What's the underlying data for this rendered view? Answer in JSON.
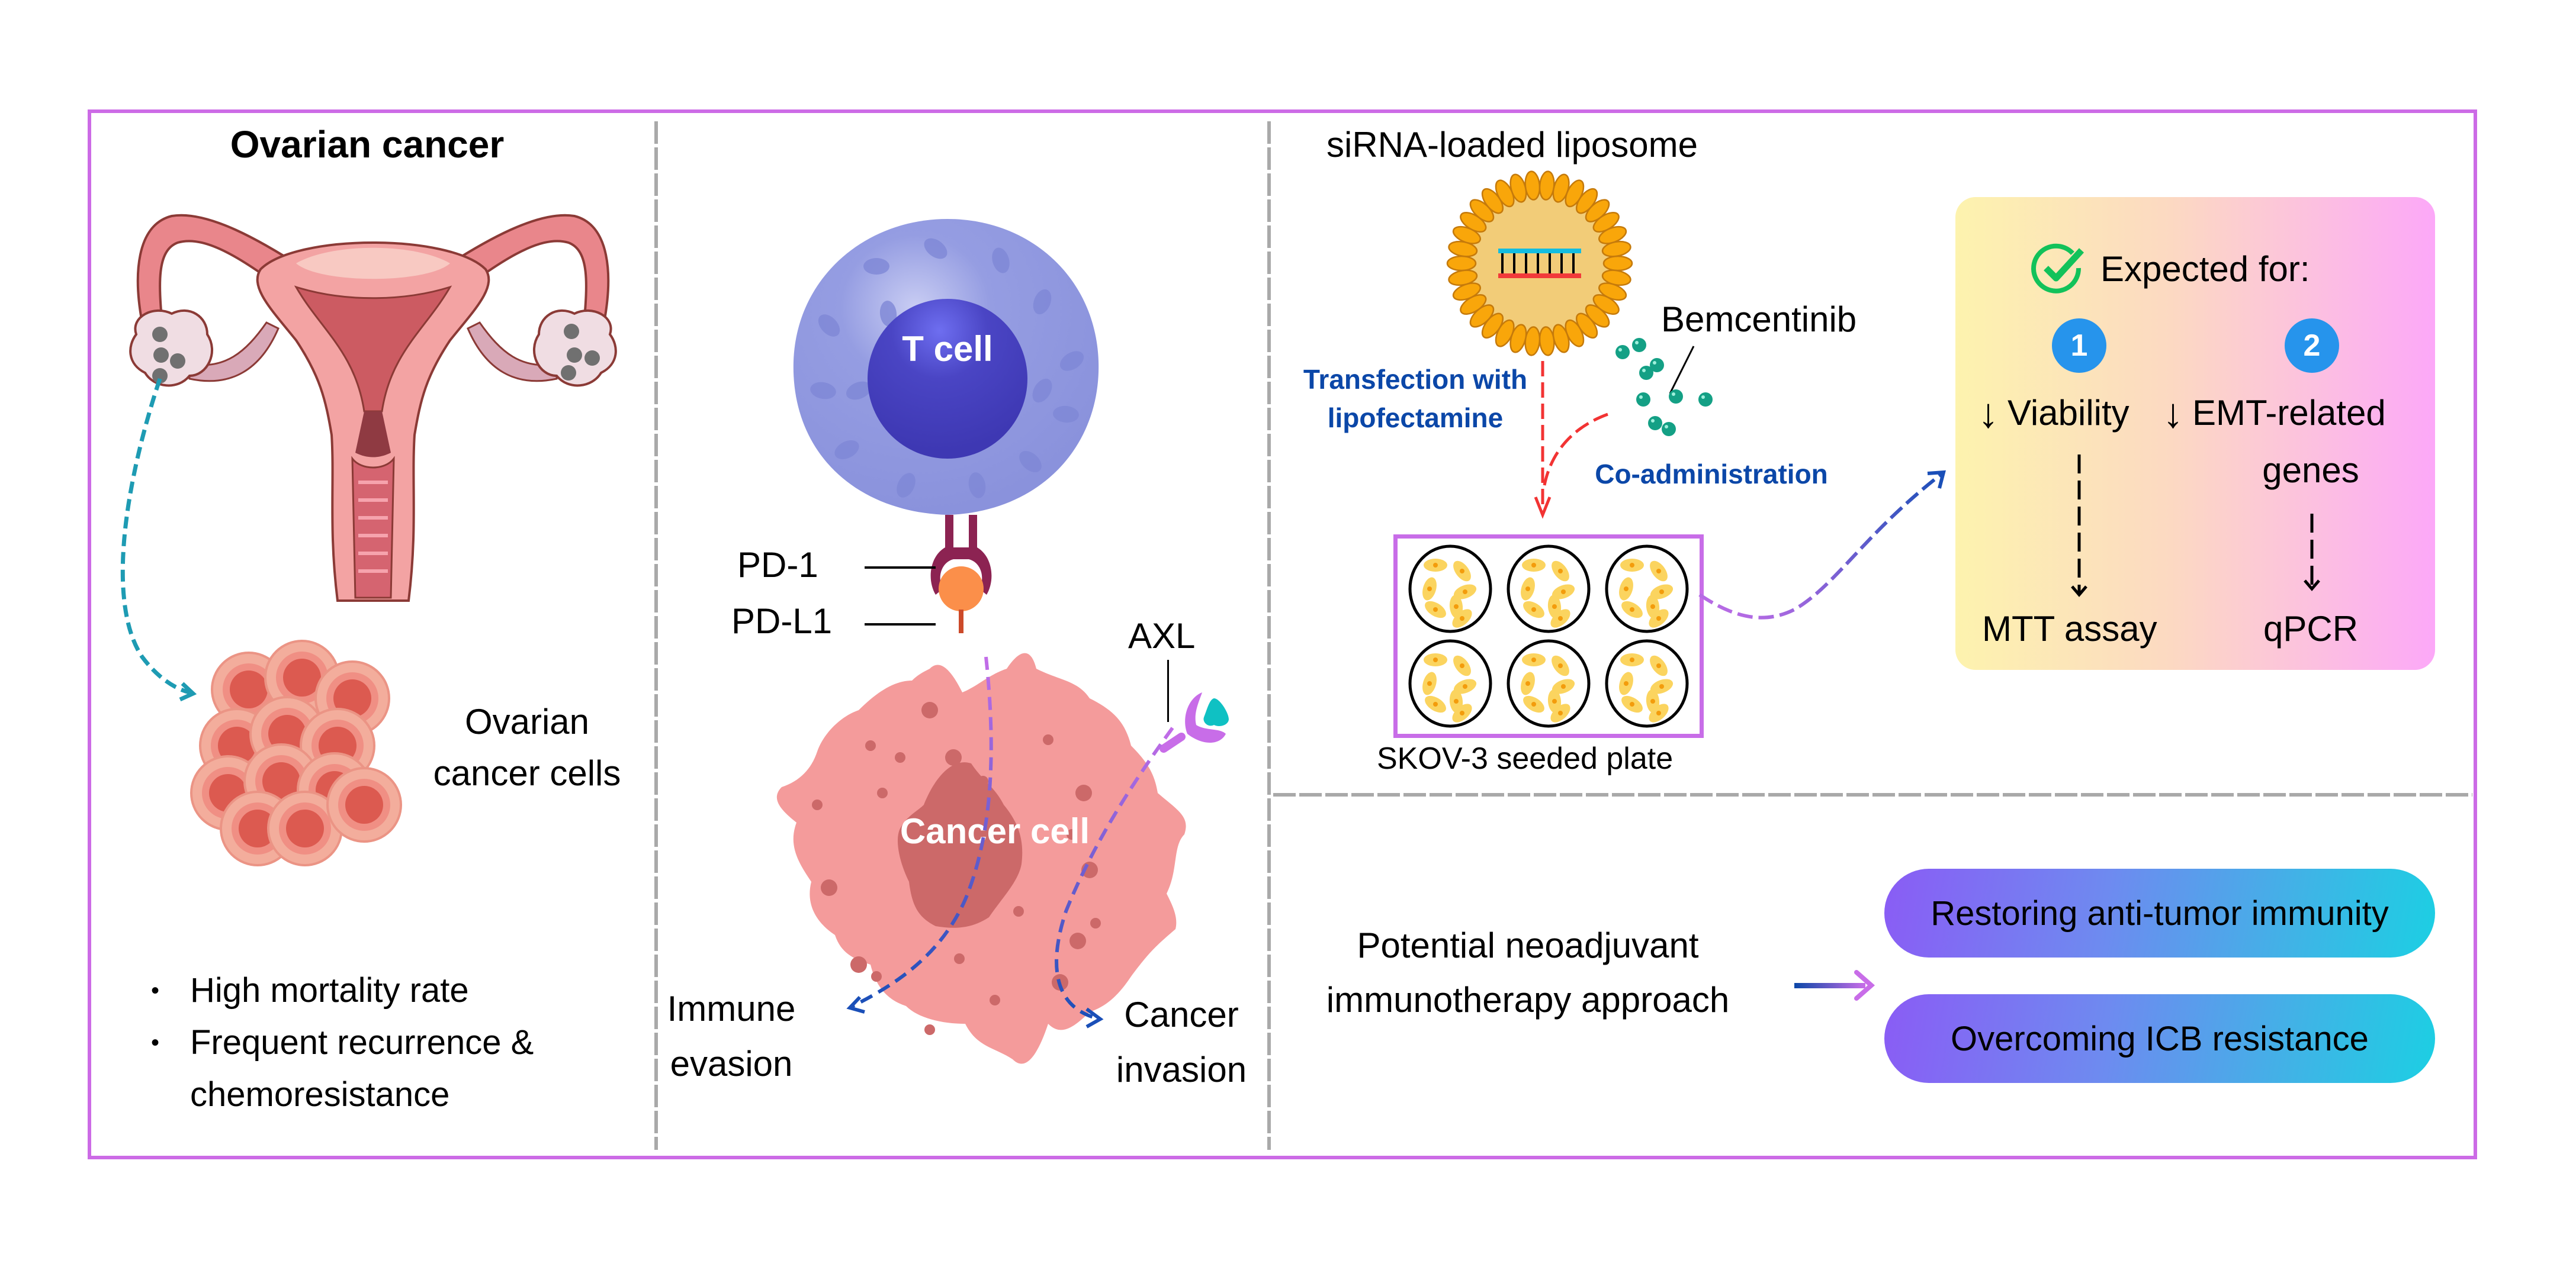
{
  "panels": {
    "ovarian": {
      "title": "Ovarian cancer",
      "cells_label_line1": "Ovarian",
      "cells_label_line2": "cancer cells",
      "bullets": [
        "High mortality rate",
        "Frequent recurrence &",
        "chemoresistance"
      ],
      "bullet_glyph": "•"
    },
    "immune": {
      "t_cell_label": "T cell",
      "cancer_cell_label": "Cancer cell",
      "pd1_label": "PD-1",
      "pdl1_label": "PD-L1",
      "axl_label": "AXL",
      "outcome_left_line1": "Immune",
      "outcome_left_line2": "evasion",
      "outcome_right_line1": "Cancer",
      "outcome_right_line2": "invasion"
    },
    "experiment": {
      "liposome_title": "siRNA-loaded liposome",
      "drug_label": "Bemcentinib",
      "transfection_line1": "Transfection with",
      "transfection_line2": "lipofectamine",
      "coadmin_label": "Co-administration",
      "plate_label": "SKOV-3 seeded plate",
      "plate_wells": 6
    },
    "expected": {
      "heading": "Expected for:",
      "items": [
        {
          "number": "1",
          "effect_line1": "Viability",
          "effect_line2": "",
          "assay": "MTT assay",
          "direction": "decrease"
        },
        {
          "number": "2",
          "effect_line1": "EMT-related",
          "effect_line2": "genes",
          "assay": "qPCR",
          "direction": "decrease"
        }
      ]
    },
    "outlook": {
      "approach_line1": "Potential neoadjuvant",
      "approach_line2": "immunotherapy approach",
      "outcomes": [
        "Restoring anti-tumor immunity",
        "Overcoming ICB resistance"
      ]
    }
  },
  "colors": {
    "frame": "#cc6be6",
    "divider": "#a9a9a9",
    "t_cell": "#8f98e0",
    "t_nucleus": "#4a45c4",
    "cancer_cell": "#f49b9b",
    "cancer_nucleus": "#cc6969",
    "pd1": "#8c2352",
    "pdl1": "#fb8f4a",
    "axl": "#c86de8",
    "ligand": "#0fc1c3",
    "drug": "#14a085",
    "liposome": "#f9a60a",
    "check": "#12c25a",
    "badge": "#2694ec",
    "annotation_blue": "#0b47a8",
    "arrow_red": "#f23333"
  }
}
